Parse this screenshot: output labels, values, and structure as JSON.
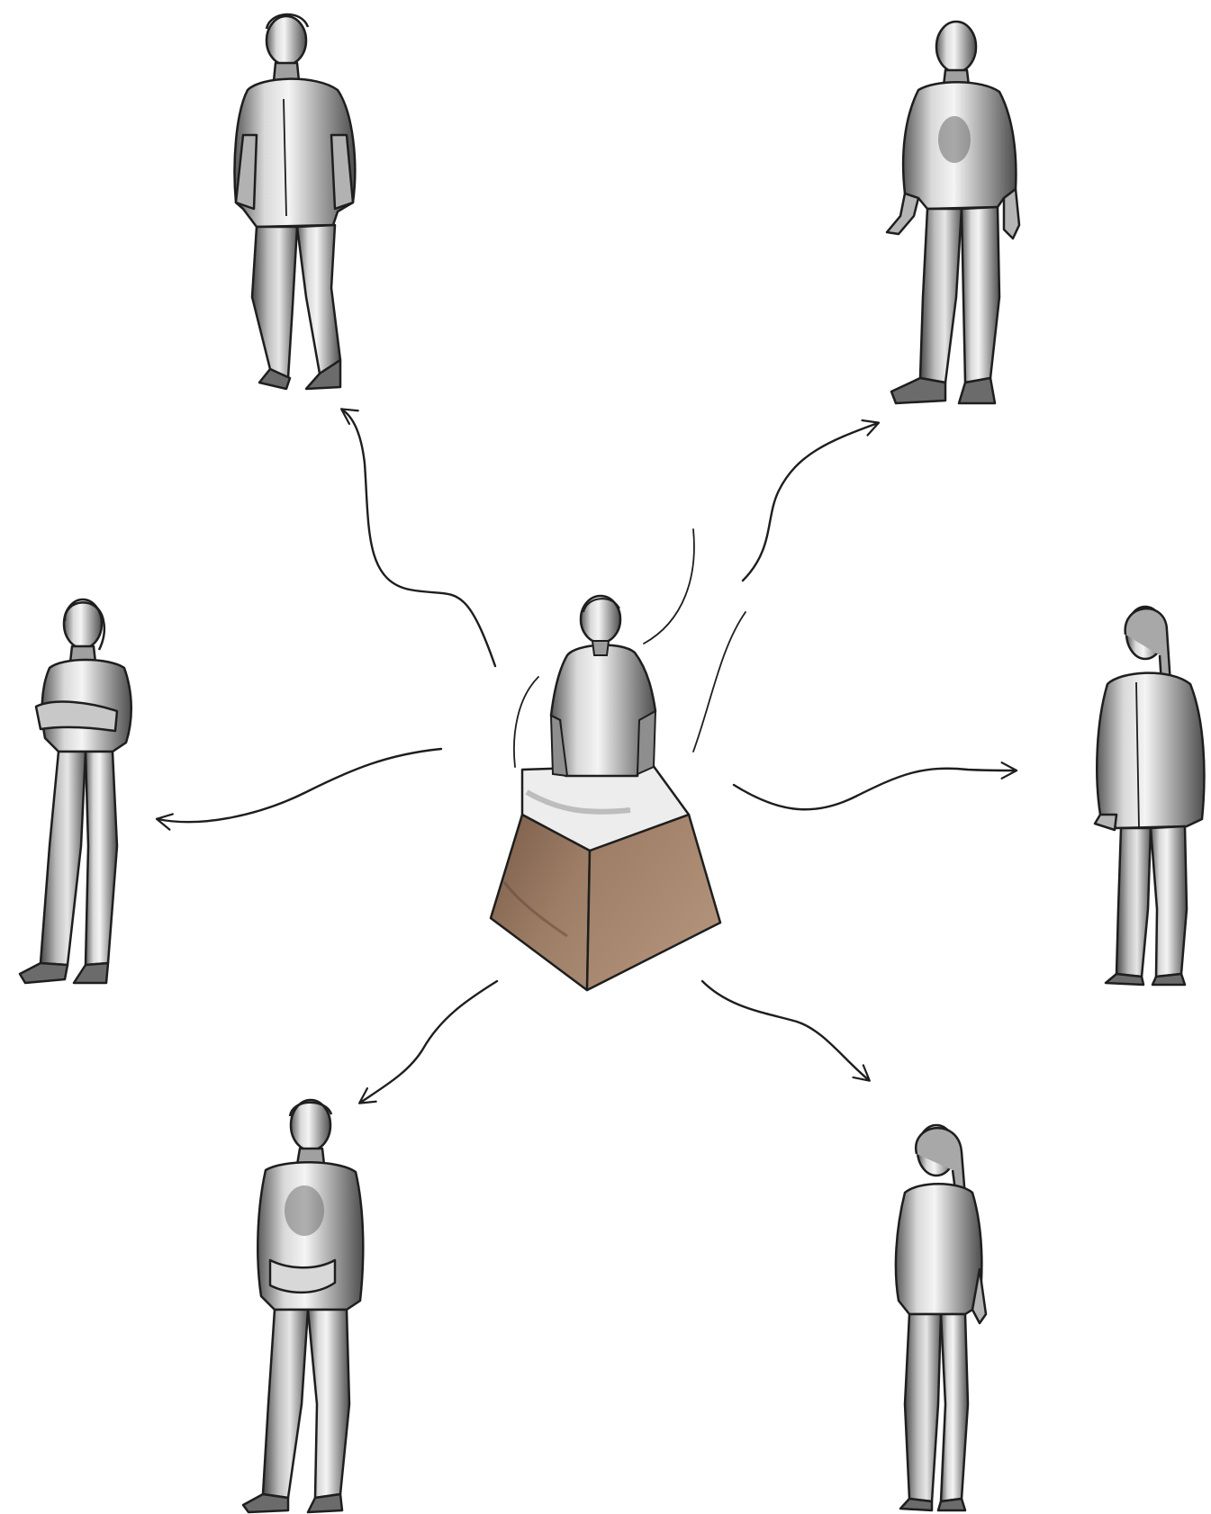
{
  "colors": {
    "background": "#ffffff",
    "ink": "#1e1e1e",
    "figure_light": "#e2e2e2",
    "figure_mid": "#9c9c9c",
    "figure_dark": "#4a4a4a",
    "pedestal_top": "#ececec",
    "pedestal_light": "#9b7a63",
    "pedestal_dark": "#6e5340"
  },
  "central": {
    "icon": "statue-on-pedestal-icon",
    "figure_pose": "torso-on-pedestal"
  },
  "figures": [
    {
      "name": "figure-top-left",
      "icon": "person-standing-jacket-icon"
    },
    {
      "name": "figure-top-right",
      "icon": "person-standing-arms-down-icon"
    },
    {
      "name": "figure-middle-left",
      "icon": "person-arms-crossed-icon"
    },
    {
      "name": "figure-middle-right",
      "icon": "person-long-coat-icon"
    },
    {
      "name": "figure-bottom-left",
      "icon": "person-hands-clasped-icon"
    },
    {
      "name": "figure-bottom-right",
      "icon": "person-long-hair-icon"
    }
  ],
  "arrows": [
    {
      "name": "arrow-to-top-left"
    },
    {
      "name": "arrow-to-top-right"
    },
    {
      "name": "arrow-to-middle-left"
    },
    {
      "name": "arrow-to-middle-right"
    },
    {
      "name": "arrow-to-bottom-left"
    },
    {
      "name": "arrow-to-bottom-right"
    }
  ]
}
